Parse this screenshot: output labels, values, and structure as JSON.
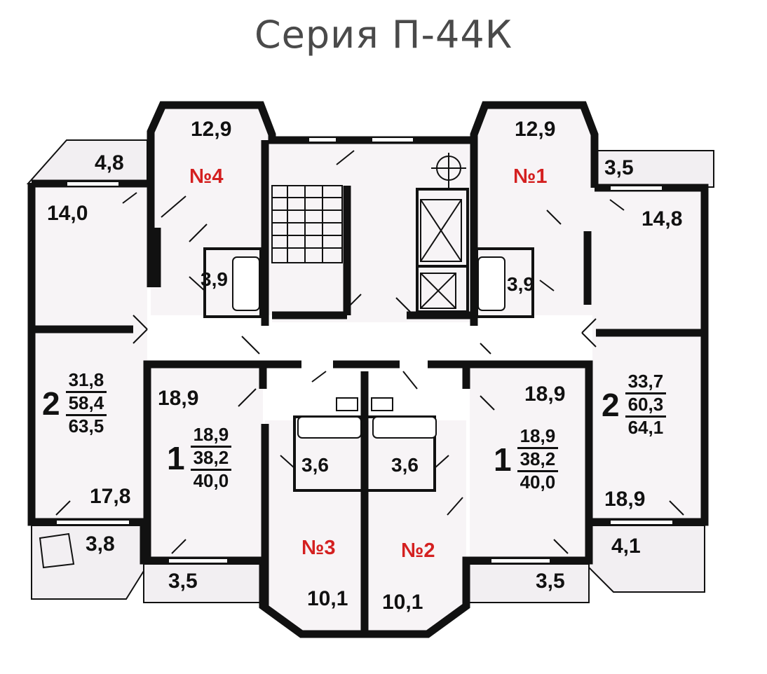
{
  "title": "Серия П-44К",
  "colors": {
    "wall": "#111111",
    "room": "#f7f4f6",
    "balcony": "#f2eff2",
    "apartment_number": "#d42020",
    "title": "#4a4a4a"
  },
  "apartments": [
    {
      "number": "№4"
    },
    {
      "number": "№1"
    },
    {
      "number": "№3"
    },
    {
      "number": "№2"
    }
  ],
  "room_areas": {
    "a4_room": "12,9",
    "a1_room": "12,9",
    "balcony_tl": "4,8",
    "balcony_tr": "3,5",
    "room_tl": "14,0",
    "room_tr": "14,8",
    "bath_4": "3,9",
    "bath_1": "3,9",
    "living_l": "18,9",
    "living_r": "18,9",
    "bath_3": "3,6",
    "bath_2": "3,6",
    "room_bl": "17,8",
    "room_br": "18,9",
    "balcony_bl": "3,8",
    "balcony_br": "4,1",
    "balcony_bm_l": "3,5",
    "balcony_bm_r": "3,5",
    "kitchen_3": "10,1",
    "kitchen_2": "10,1"
  },
  "summaries": [
    {
      "rooms": "2",
      "living": "31,8",
      "total": "58,4",
      "overall": "63,5"
    },
    {
      "rooms": "1",
      "living": "18,9",
      "total": "38,2",
      "overall": "40,0"
    },
    {
      "rooms": "1",
      "living": "18,9",
      "total": "38,2",
      "overall": "40,0"
    },
    {
      "rooms": "2",
      "living": "33,7",
      "total": "60,3",
      "overall": "64,1"
    }
  ]
}
